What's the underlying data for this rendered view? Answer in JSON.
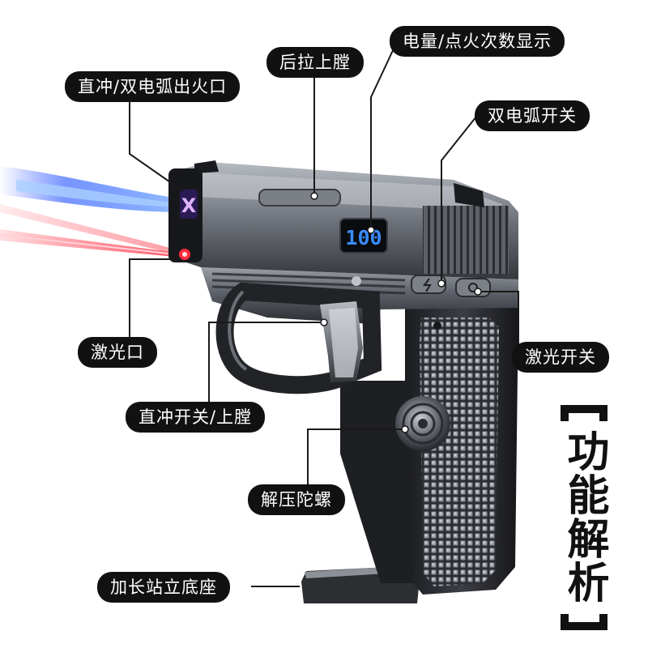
{
  "labels": {
    "flame_outlet": "直冲/双电弧出火口",
    "slide_back": "后拉上膛",
    "display": "电量/点火次数显示",
    "arc_switch": "双电弧开关",
    "laser_port": "激光口",
    "laser_switch": "激光开关",
    "jet_switch": "直冲开关/上膛",
    "fidget_spinner": "解压陀螺",
    "stand_base": "加长站立底座"
  },
  "side_title": "功能解析",
  "display_value": "100",
  "colors": {
    "label_bg": "#111111",
    "label_text": "#ffffff",
    "blue_flame": "#1f4fff",
    "laser_red": "#ff1a2e",
    "display_blue": "#3a8bff"
  }
}
